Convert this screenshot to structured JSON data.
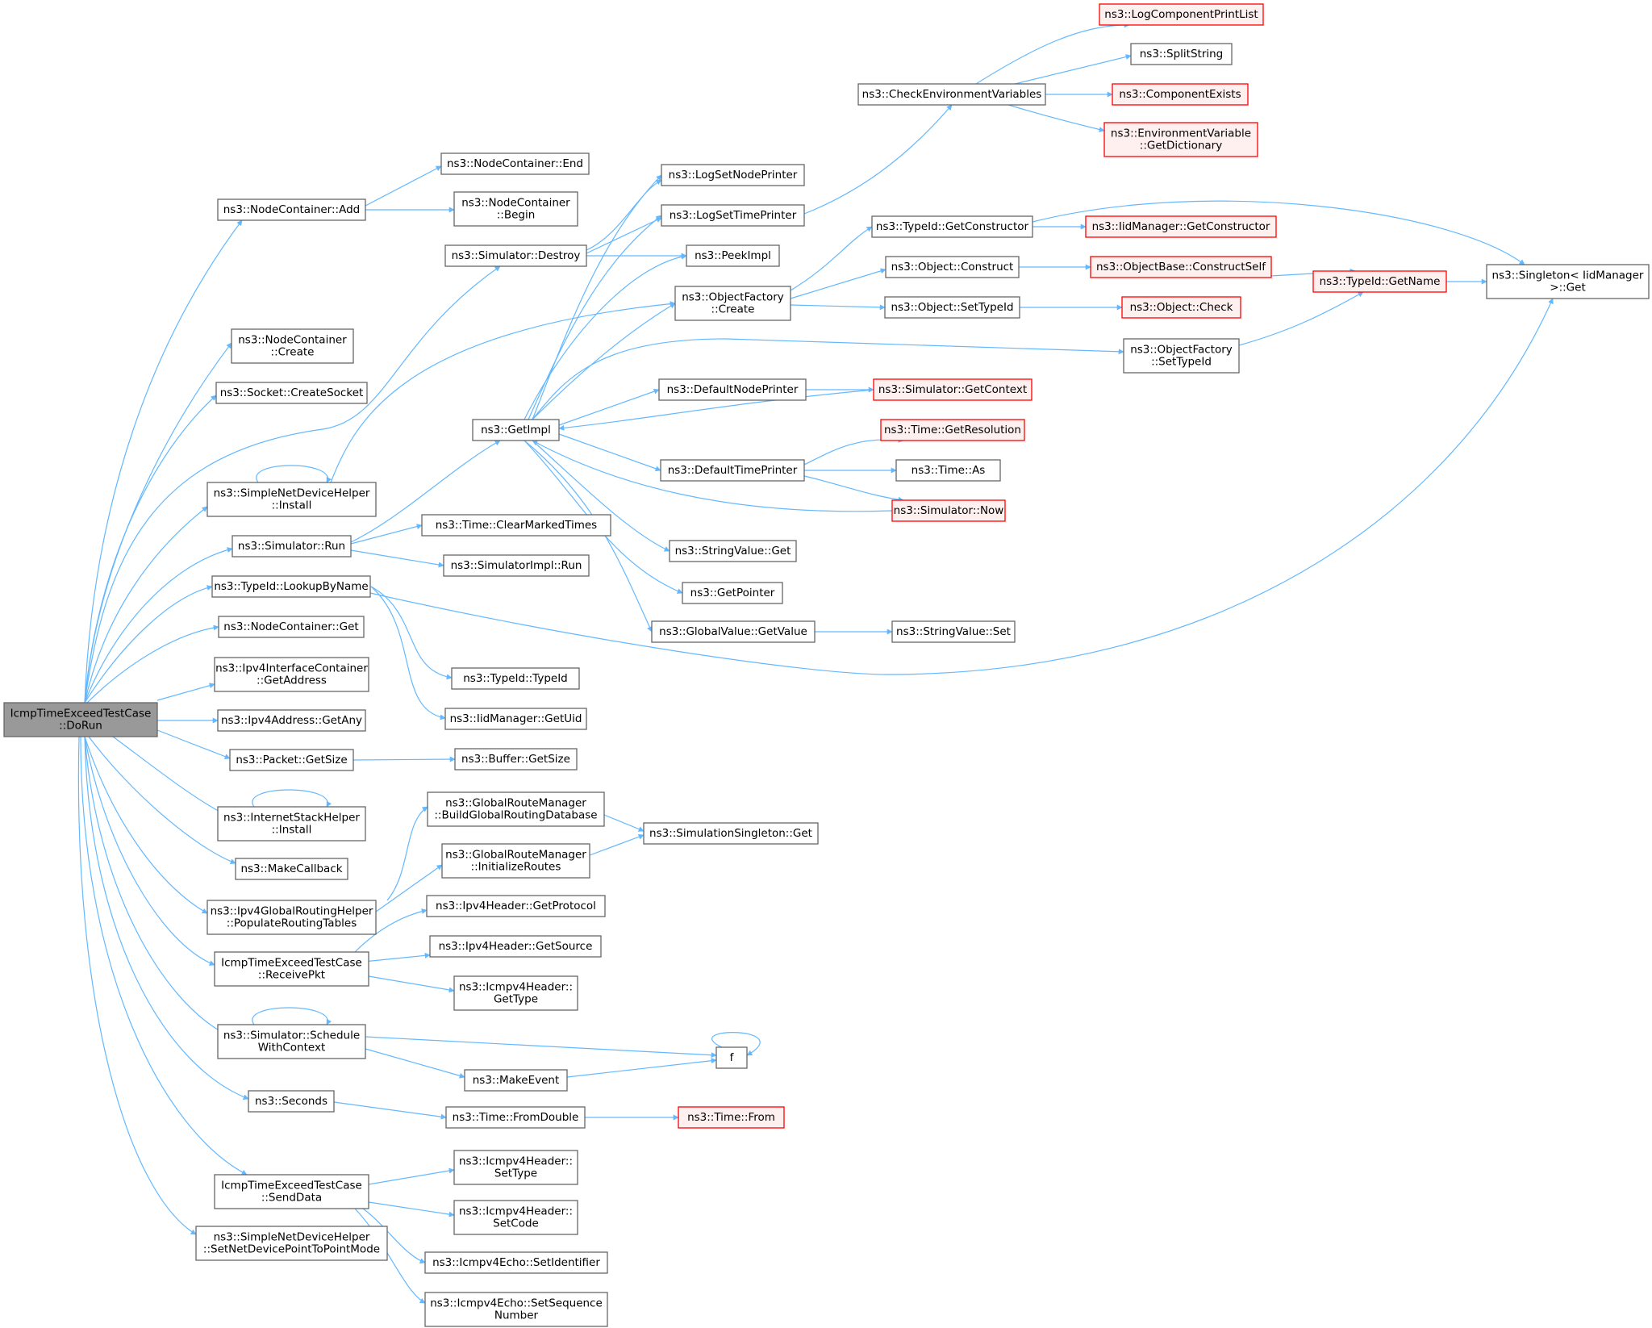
{
  "colors": {
    "edge": "#63b8ff",
    "node_border": "#666666",
    "node_fill": "#ffffff",
    "root_fill": "#999999",
    "root_border": "#666666",
    "trunc_border": "#ff0000",
    "trunc_fill": "#fff0f0",
    "text": "#000000"
  },
  "nodes": [
    {
      "id": "root",
      "lines": [
        "IcmpTimeExceedTestCase",
        "::DoRun"
      ],
      "style": "root"
    },
    {
      "id": "nc_add",
      "lines": [
        "ns3::NodeContainer::Add"
      ]
    },
    {
      "id": "nc_end",
      "lines": [
        "ns3::NodeContainer::End"
      ]
    },
    {
      "id": "nc_begin",
      "lines": [
        "ns3::NodeContainer",
        "::Begin"
      ]
    },
    {
      "id": "nc_create",
      "lines": [
        "ns3::NodeContainer",
        "::Create"
      ]
    },
    {
      "id": "sock_create",
      "lines": [
        "ns3::Socket::CreateSocket"
      ]
    },
    {
      "id": "snd_install",
      "lines": [
        "ns3::SimpleNetDeviceHelper",
        "::Install"
      ]
    },
    {
      "id": "sim_run",
      "lines": [
        "ns3::Simulator::Run"
      ]
    },
    {
      "id": "tid_lookup",
      "lines": [
        "ns3::TypeId::LookupByName"
      ]
    },
    {
      "id": "nc_get",
      "lines": [
        "ns3::NodeContainer::Get"
      ]
    },
    {
      "id": "ipv4ic_getaddr",
      "lines": [
        "ns3::Ipv4InterfaceContainer",
        "::GetAddress"
      ]
    },
    {
      "id": "ipv4addr_getany",
      "lines": [
        "ns3::Ipv4Address::GetAny"
      ]
    },
    {
      "id": "pkt_getsize",
      "lines": [
        "ns3::Packet::GetSize"
      ]
    },
    {
      "id": "ish_install",
      "lines": [
        "ns3::InternetStackHelper",
        "::Install"
      ]
    },
    {
      "id": "make_callback",
      "lines": [
        "ns3::MakeCallback"
      ]
    },
    {
      "id": "ipv4grh_populate",
      "lines": [
        "ns3::Ipv4GlobalRoutingHelper",
        "::PopulateRoutingTables"
      ]
    },
    {
      "id": "itetc_receive",
      "lines": [
        "IcmpTimeExceedTestCase",
        "::ReceivePkt"
      ]
    },
    {
      "id": "sim_schedule",
      "lines": [
        "ns3::Simulator::Schedule",
        "WithContext"
      ]
    },
    {
      "id": "seconds",
      "lines": [
        "ns3::Seconds"
      ]
    },
    {
      "id": "itetc_send",
      "lines": [
        "IcmpTimeExceedTestCase",
        "::SendData"
      ]
    },
    {
      "id": "snd_setp2p",
      "lines": [
        "ns3::SimpleNetDeviceHelper",
        "::SetNetDevicePointToPointMode"
      ]
    },
    {
      "id": "sim_destroy",
      "lines": [
        "ns3::Simulator::Destroy"
      ]
    },
    {
      "id": "getimpl",
      "lines": [
        "ns3::GetImpl"
      ]
    },
    {
      "id": "time_clear",
      "lines": [
        "ns3::Time::ClearMarkedTimes"
      ]
    },
    {
      "id": "simimpl_run",
      "lines": [
        "ns3::SimulatorImpl::Run"
      ]
    },
    {
      "id": "tid_typeid",
      "lines": [
        "ns3::TypeId::TypeId"
      ]
    },
    {
      "id": "iidm_getuid",
      "lines": [
        "ns3::IidManager::GetUid"
      ]
    },
    {
      "id": "buffer_getsize",
      "lines": [
        "ns3::Buffer::GetSize"
      ]
    },
    {
      "id": "grm_build",
      "lines": [
        "ns3::GlobalRouteManager",
        "::BuildGlobalRoutingDatabase"
      ]
    },
    {
      "id": "grm_init",
      "lines": [
        "ns3::GlobalRouteManager",
        "::InitializeRoutes"
      ]
    },
    {
      "id": "simsingleton_get",
      "lines": [
        "ns3::SimulationSingleton::Get"
      ]
    },
    {
      "id": "ipv4h_getproto",
      "lines": [
        "ns3::Ipv4Header::GetProtocol"
      ]
    },
    {
      "id": "ipv4h_getsrc",
      "lines": [
        "ns3::Ipv4Header::GetSource"
      ]
    },
    {
      "id": "icmpv4h_gettype",
      "lines": [
        "ns3::Icmpv4Header::",
        "GetType"
      ]
    },
    {
      "id": "make_event",
      "lines": [
        "ns3::MakeEvent"
      ]
    },
    {
      "id": "f",
      "lines": [
        "f"
      ]
    },
    {
      "id": "time_fromdouble",
      "lines": [
        "ns3::Time::FromDouble"
      ]
    },
    {
      "id": "time_from",
      "lines": [
        "ns3::Time::From"
      ],
      "style": "trunc"
    },
    {
      "id": "icmpv4h_settype",
      "lines": [
        "ns3::Icmpv4Header::",
        "SetType"
      ]
    },
    {
      "id": "icmpv4h_setcode",
      "lines": [
        "ns3::Icmpv4Header::",
        "SetCode"
      ]
    },
    {
      "id": "icmpv4e_setid",
      "lines": [
        "ns3::Icmpv4Echo::SetIdentifier"
      ]
    },
    {
      "id": "icmpv4e_setseq",
      "lines": [
        "ns3::Icmpv4Echo::SetSequence",
        "Number"
      ]
    },
    {
      "id": "log_setnode",
      "lines": [
        "ns3::LogSetNodePrinter"
      ]
    },
    {
      "id": "log_settime",
      "lines": [
        "ns3::LogSetTimePrinter"
      ]
    },
    {
      "id": "peekimpl",
      "lines": [
        "ns3::PeekImpl"
      ]
    },
    {
      "id": "objfact_create",
      "lines": [
        "ns3::ObjectFactory",
        "::Create"
      ]
    },
    {
      "id": "default_node",
      "lines": [
        "ns3::DefaultNodePrinter"
      ]
    },
    {
      "id": "default_time",
      "lines": [
        "ns3::DefaultTimePrinter"
      ]
    },
    {
      "id": "stringvalue_get",
      "lines": [
        "ns3::StringValue::Get"
      ]
    },
    {
      "id": "getpointer",
      "lines": [
        "ns3::GetPointer"
      ]
    },
    {
      "id": "gv_getvalue",
      "lines": [
        "ns3::GlobalValue::GetValue"
      ]
    },
    {
      "id": "check_env",
      "lines": [
        "ns3::CheckEnvironmentVariables"
      ]
    },
    {
      "id": "log_printlist",
      "lines": [
        "ns3::LogComponentPrintList"
      ],
      "style": "trunc"
    },
    {
      "id": "splitstring",
      "lines": [
        "ns3::SplitString"
      ]
    },
    {
      "id": "compexists",
      "lines": [
        "ns3::ComponentExists"
      ],
      "style": "trunc"
    },
    {
      "id": "envvar_getdict",
      "lines": [
        "ns3::EnvironmentVariable",
        "::GetDictionary"
      ],
      "style": "trunc"
    },
    {
      "id": "tid_getconstructor",
      "lines": [
        "ns3::TypeId::GetConstructor"
      ]
    },
    {
      "id": "iidm_getconstructor",
      "lines": [
        "ns3::IidManager::GetConstructor"
      ],
      "style": "trunc"
    },
    {
      "id": "obj_construct",
      "lines": [
        "ns3::Object::Construct"
      ]
    },
    {
      "id": "objbase_constructself",
      "lines": [
        "ns3::ObjectBase::ConstructSelf"
      ],
      "style": "trunc"
    },
    {
      "id": "obj_settypeid",
      "lines": [
        "ns3::Object::SetTypeId"
      ]
    },
    {
      "id": "obj_check",
      "lines": [
        "ns3::Object::Check"
      ],
      "style": "trunc"
    },
    {
      "id": "tid_getname",
      "lines": [
        "ns3::TypeId::GetName"
      ],
      "style": "trunc"
    },
    {
      "id": "singleton_get",
      "lines": [
        "ns3::Singleton< IidManager",
        " >::Get"
      ]
    },
    {
      "id": "objfact_settypeid",
      "lines": [
        "ns3::ObjectFactory",
        "::SetTypeId"
      ]
    },
    {
      "id": "sim_getcontext",
      "lines": [
        "ns3::Simulator::GetContext"
      ],
      "style": "trunc"
    },
    {
      "id": "time_getres",
      "lines": [
        "ns3::Time::GetResolution"
      ],
      "style": "trunc"
    },
    {
      "id": "time_as",
      "lines": [
        "ns3::Time::As"
      ]
    },
    {
      "id": "sim_now",
      "lines": [
        "ns3::Simulator::Now"
      ],
      "style": "trunc"
    },
    {
      "id": "stringvalue_set",
      "lines": [
        "ns3::StringValue::Set"
      ]
    }
  ],
  "edges": [
    [
      "root",
      "nc_add"
    ],
    [
      "root",
      "nc_create"
    ],
    [
      "root",
      "sock_create"
    ],
    [
      "root",
      "sim_destroy"
    ],
    [
      "root",
      "snd_install"
    ],
    [
      "root",
      "sim_run"
    ],
    [
      "root",
      "tid_lookup"
    ],
    [
      "root",
      "nc_get"
    ],
    [
      "root",
      "ipv4ic_getaddr"
    ],
    [
      "root",
      "ipv4addr_getany"
    ],
    [
      "root",
      "pkt_getsize"
    ],
    [
      "root",
      "ish_install"
    ],
    [
      "root",
      "make_callback"
    ],
    [
      "root",
      "ipv4grh_populate"
    ],
    [
      "root",
      "itetc_receive"
    ],
    [
      "root",
      "sim_schedule"
    ],
    [
      "root",
      "seconds"
    ],
    [
      "root",
      "itetc_send"
    ],
    [
      "root",
      "snd_setp2p"
    ],
    [
      "nc_add",
      "nc_end"
    ],
    [
      "nc_add",
      "nc_begin"
    ],
    [
      "sim_destroy",
      "log_setnode"
    ],
    [
      "sim_destroy",
      "log_settime"
    ],
    [
      "sim_destroy",
      "peekimpl"
    ],
    [
      "snd_install",
      "snd_install"
    ],
    [
      "snd_install",
      "objfact_create"
    ],
    [
      "sim_run",
      "getimpl"
    ],
    [
      "sim_run",
      "time_clear"
    ],
    [
      "sim_run",
      "simimpl_run"
    ],
    [
      "tid_lookup",
      "tid_typeid"
    ],
    [
      "tid_lookup",
      "iidm_getuid"
    ],
    [
      "tid_lookup",
      "singleton_get"
    ],
    [
      "pkt_getsize",
      "buffer_getsize"
    ],
    [
      "ish_install",
      "ish_install"
    ],
    [
      "ipv4grh_populate",
      "grm_build"
    ],
    [
      "ipv4grh_populate",
      "grm_init"
    ],
    [
      "grm_build",
      "simsingleton_get"
    ],
    [
      "grm_init",
      "simsingleton_get"
    ],
    [
      "itetc_receive",
      "ipv4h_getproto"
    ],
    [
      "itetc_receive",
      "ipv4h_getsrc"
    ],
    [
      "itetc_receive",
      "icmpv4h_gettype"
    ],
    [
      "sim_schedule",
      "sim_schedule"
    ],
    [
      "sim_schedule",
      "f"
    ],
    [
      "sim_schedule",
      "make_event"
    ],
    [
      "make_event",
      "f"
    ],
    [
      "f",
      "f"
    ],
    [
      "seconds",
      "time_fromdouble"
    ],
    [
      "time_fromdouble",
      "time_from"
    ],
    [
      "itetc_send",
      "icmpv4h_settype"
    ],
    [
      "itetc_send",
      "icmpv4h_setcode"
    ],
    [
      "itetc_send",
      "icmpv4e_setid"
    ],
    [
      "itetc_send",
      "icmpv4e_setseq"
    ],
    [
      "getimpl",
      "log_setnode"
    ],
    [
      "getimpl",
      "log_settime"
    ],
    [
      "getimpl",
      "peekimpl"
    ],
    [
      "getimpl",
      "objfact_create"
    ],
    [
      "getimpl",
      "default_node"
    ],
    [
      "getimpl",
      "default_time"
    ],
    [
      "getimpl",
      "stringvalue_get"
    ],
    [
      "getimpl",
      "getpointer"
    ],
    [
      "getimpl",
      "gv_getvalue"
    ],
    [
      "getimpl",
      "objfact_settypeid"
    ],
    [
      "log_settime",
      "check_env"
    ],
    [
      "check_env",
      "log_printlist"
    ],
    [
      "check_env",
      "splitstring"
    ],
    [
      "check_env",
      "compexists"
    ],
    [
      "check_env",
      "envvar_getdict"
    ],
    [
      "objfact_create",
      "tid_getconstructor"
    ],
    [
      "objfact_create",
      "obj_construct"
    ],
    [
      "objfact_create",
      "obj_settypeid"
    ],
    [
      "tid_getconstructor",
      "iidm_getconstructor"
    ],
    [
      "tid_getconstructor",
      "singleton_get"
    ],
    [
      "obj_construct",
      "objbase_constructself"
    ],
    [
      "objbase_constructself",
      "tid_getname"
    ],
    [
      "obj_settypeid",
      "obj_check"
    ],
    [
      "tid_getname",
      "singleton_get"
    ],
    [
      "objfact_settypeid",
      "tid_getname"
    ],
    [
      "default_node",
      "sim_getcontext"
    ],
    [
      "sim_getcontext",
      "getimpl"
    ],
    [
      "default_time",
      "time_getres"
    ],
    [
      "default_time",
      "time_as"
    ],
    [
      "default_time",
      "sim_now"
    ],
    [
      "sim_now",
      "getimpl"
    ],
    [
      "gv_getvalue",
      "stringvalue_set"
    ]
  ]
}
